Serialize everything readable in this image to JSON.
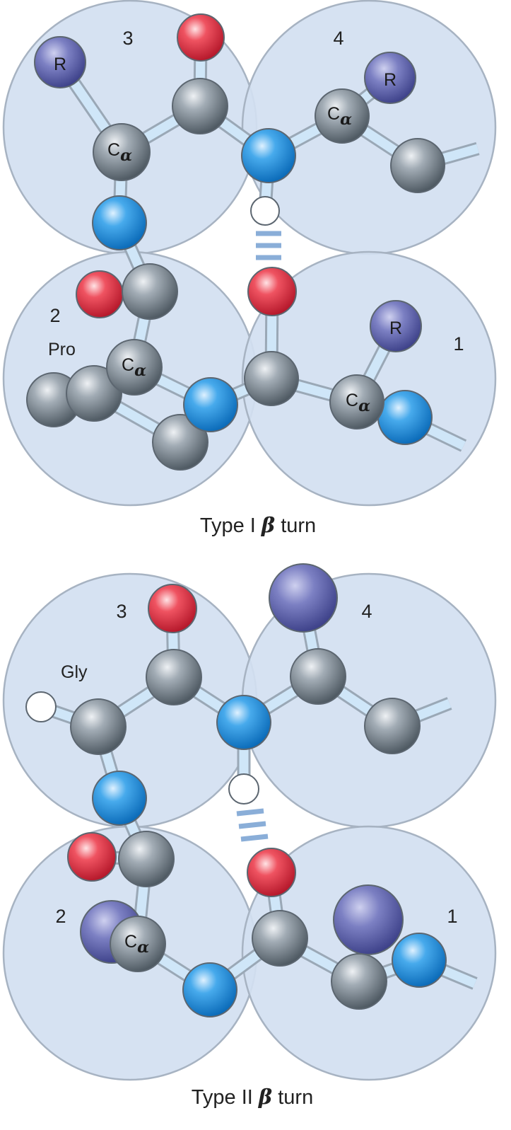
{
  "panels": [
    {
      "residue_numbers": [
        "1",
        "2",
        "3",
        "4"
      ],
      "residue_name": "Pro",
      "side_chain_label": "R",
      "alpha_carbon": "C",
      "alpha_subscript": "α",
      "caption_prefix": "Type I ",
      "caption_beta": "β",
      "caption_suffix": " turn"
    },
    {
      "residue_numbers": [
        "1",
        "2",
        "3",
        "4"
      ],
      "residue_name": "Gly",
      "alpha_carbon": "C",
      "alpha_subscript": "α",
      "caption_prefix": "Type II ",
      "caption_beta": "β",
      "caption_suffix": " turn"
    }
  ],
  "legend_colors": {
    "residue_sphere": "#d1e0f1",
    "carbon": "#6f7b85",
    "nitrogen": "#1b8ede",
    "oxygen": "#e23446",
    "hydrogen": "#ffffff",
    "side_chain": "#5b5fa8",
    "bond": "#cfe6f8",
    "hydrogen_bond": "#8aaed8"
  }
}
